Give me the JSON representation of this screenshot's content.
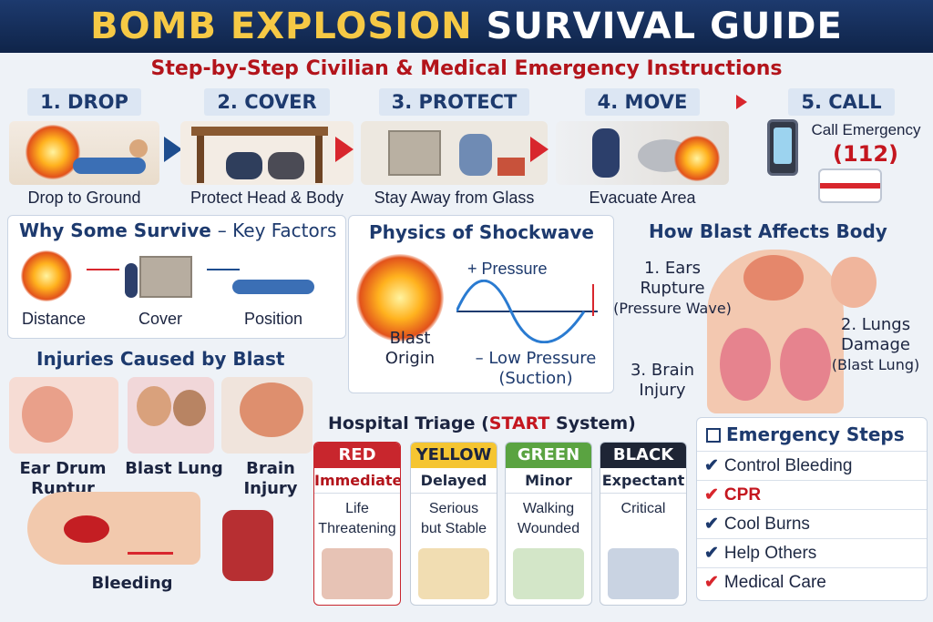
{
  "title": {
    "part1": "BOMB EXPLOSION",
    "part2": "SURVIVAL GUIDE"
  },
  "subtitle": "Step-by-Step Civilian & Medical Emergency Instructions",
  "steps": [
    {
      "label": "1. DROP",
      "caption": "Drop to Ground"
    },
    {
      "label": "2. COVER",
      "caption": "Protect Head & Body"
    },
    {
      "label": "3. PROTECT",
      "caption": "Stay Away from Glass"
    },
    {
      "label": "4. MOVE",
      "caption": "Evacuate Area"
    },
    {
      "label": "5. CALL",
      "caption_line1": "Call Emergency",
      "caption_line2": "(112)"
    }
  ],
  "why_survive": {
    "title": "Why Some Survive",
    "title_suffix": "– Key Factors",
    "factors": [
      "Distance",
      "Cover",
      "Position"
    ]
  },
  "injuries": {
    "title": "Injuries Caused by Blast",
    "items": [
      {
        "line1": "Ear Drum",
        "line2": "Ruptur"
      },
      {
        "line1": "Blast Lung"
      },
      {
        "line1": "Brain",
        "line2": "Injury"
      },
      {
        "line1": "Bleeding"
      }
    ]
  },
  "physics": {
    "title": "Physics of Shockwave",
    "plus": "+ Pressure",
    "origin_line1": "Blast",
    "origin_line2": "Origin",
    "minus_line1": "– Low Pressure",
    "minus_line2": "(Suction)"
  },
  "body_effects": {
    "title": "How Blast Affects Body",
    "ears_line1": "1. Ears",
    "ears_line2": "Rupture",
    "ears_line3": "(Pressure Wave)",
    "lungs_line1": "2. Lungs",
    "lungs_line2": "Damage",
    "lungs_line3": "(Blast Lung)",
    "brain_line1": "3. Brain",
    "brain_line2": "Injury"
  },
  "triage": {
    "title_prefix": "Hospital Triage (",
    "title_highlight": "START",
    "title_suffix": " System)",
    "columns": [
      {
        "head": "RED",
        "category": "Immediate",
        "desc1": "Life",
        "desc2": "Threatening",
        "color": "#c8262d"
      },
      {
        "head": "YELLOW",
        "category": "Delayed",
        "desc1": "Serious",
        "desc2": "but Stable",
        "color": "#f5c531"
      },
      {
        "head": "GREEN",
        "category": "Minor",
        "desc1": "Walking",
        "desc2": "Wounded",
        "color": "#5aa341"
      },
      {
        "head": "BLACK",
        "category": "Expectant",
        "desc1": "Critical",
        "desc2": "",
        "color": "#1e2535"
      }
    ]
  },
  "emergency_steps": {
    "title": "Emergency Steps",
    "items": [
      "Control Bleeding",
      "CPR",
      "Cool Burns",
      "Help Others",
      "Medical Care"
    ]
  },
  "colors": {
    "accent_red": "#d8262d",
    "navy": "#1d3a6e",
    "gold": "#f6c945"
  }
}
